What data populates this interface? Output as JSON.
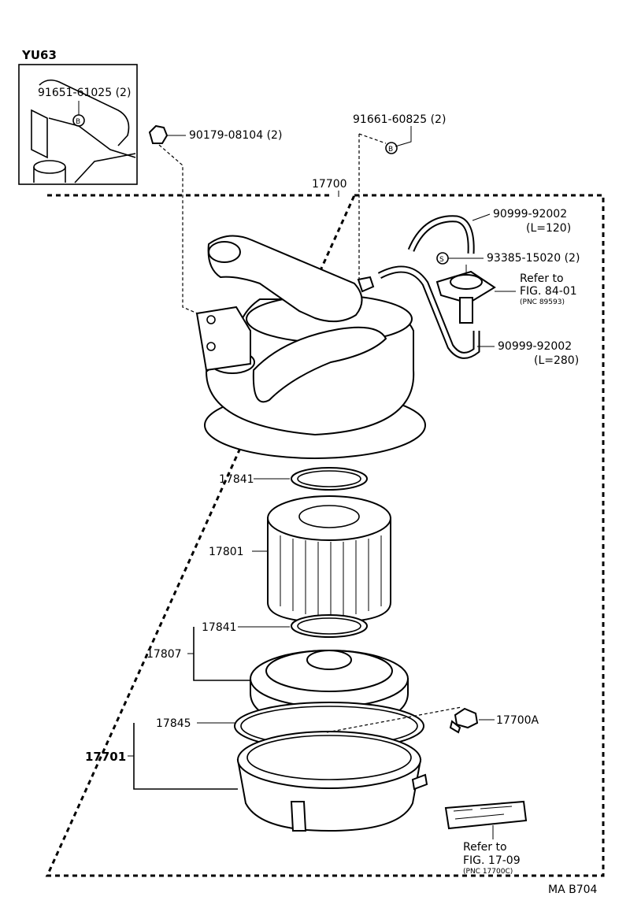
{
  "inset": {
    "title": "YU63",
    "bolt": "91651-61025 (2)",
    "marker": "B"
  },
  "labels": {
    "nut": "90179-08104 (2)",
    "bolt_b": "91661-60825 (2)",
    "marker_b": "B",
    "assembly": "17700",
    "hose1": "90999-92002",
    "hose1_len": "(L=120)",
    "screw": "93385-15020 (2)",
    "marker_s": "S",
    "refer1_a": "Refer to",
    "refer1_b": "FIG. 84-01",
    "refer1_c": "(PNC 89593)",
    "hose2": "90999-92002",
    "hose2_len": "(L=280)",
    "gasket_top": "17841",
    "element": "17801",
    "gasket_bot": "17841",
    "case_assy": "17807",
    "seal": "17845",
    "case": "17701",
    "clamp": "17700A",
    "refer2_a": "Refer to",
    "refer2_b": "FIG. 17-09",
    "refer2_c": "(PNC 17700C)",
    "code": "MA B704"
  }
}
